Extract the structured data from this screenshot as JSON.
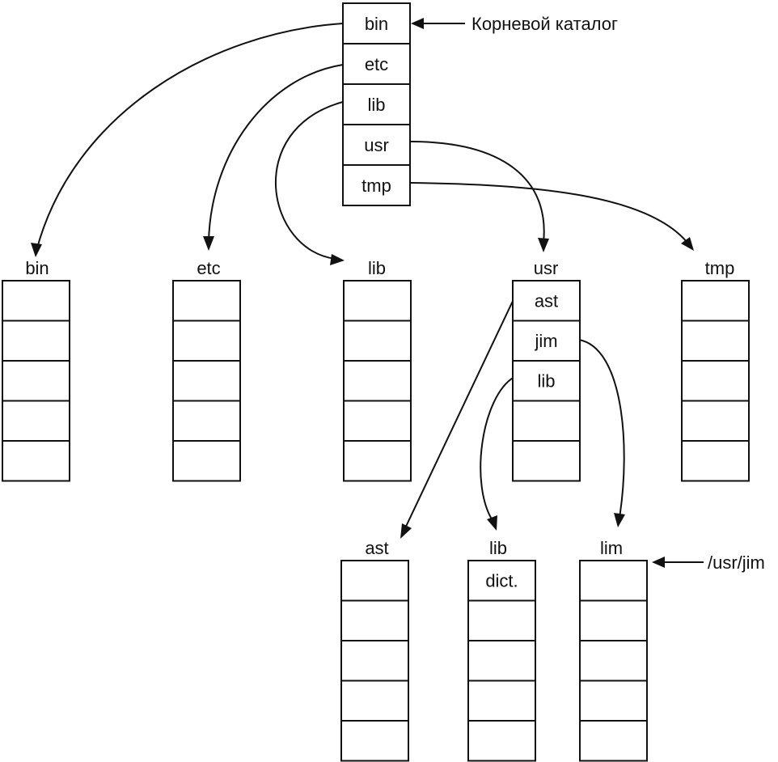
{
  "root": {
    "entries": [
      "bin",
      "etc",
      "lib",
      "usr",
      "tmp"
    ],
    "annotation": "Корневой каталог"
  },
  "directories": [
    {
      "key": "bin",
      "title": "bin",
      "entries": [
        "",
        "",
        "",
        "",
        ""
      ]
    },
    {
      "key": "etc",
      "title": "etc",
      "entries": [
        "",
        "",
        "",
        "",
        ""
      ]
    },
    {
      "key": "lib",
      "title": "lib",
      "entries": [
        "",
        "",
        "",
        "",
        ""
      ]
    },
    {
      "key": "usr",
      "title": "usr",
      "entries": [
        "ast",
        "jim",
        "lib",
        "",
        ""
      ]
    },
    {
      "key": "tmp",
      "title": "tmp",
      "entries": [
        "",
        "",
        "",
        "",
        ""
      ]
    },
    {
      "key": "usr-ast",
      "title": "ast",
      "entries": [
        "",
        "",
        "",
        "",
        ""
      ]
    },
    {
      "key": "usr-lib",
      "title": "lib",
      "entries": [
        "dict.",
        "",
        "",
        "",
        ""
      ]
    },
    {
      "key": "usr-jim",
      "title": "lim",
      "entries": [
        "",
        "",
        "",
        "",
        ""
      ],
      "annotation": "/usr/jim"
    }
  ]
}
